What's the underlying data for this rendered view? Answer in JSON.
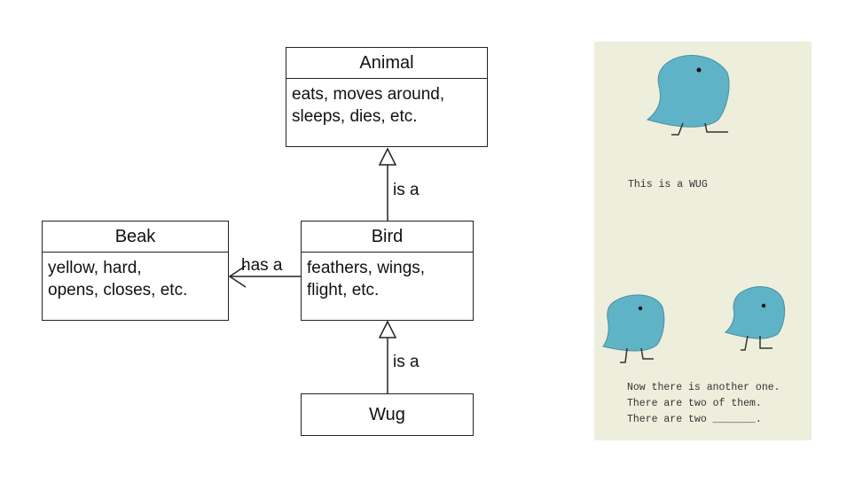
{
  "diagram": {
    "animal": {
      "title": "Animal",
      "lines": [
        "eats, moves around,",
        "sleeps, dies, etc."
      ]
    },
    "bird": {
      "title": "Bird",
      "lines": [
        "feathers, wings,",
        "flight, etc."
      ]
    },
    "beak": {
      "title": "Beak",
      "lines": [
        "yellow, hard,",
        "opens, closes, etc."
      ]
    },
    "wug": {
      "title": "Wug"
    },
    "relations": {
      "bird_animal": "is a",
      "wug_bird": "is a",
      "bird_beak": "has a"
    }
  },
  "wug_test": {
    "caption1": "This is a WUG",
    "caption2_lines": [
      "Now there is another one.",
      "There are two of them.",
      "There are two _______."
    ],
    "bird_color": "#5fb3c6"
  }
}
